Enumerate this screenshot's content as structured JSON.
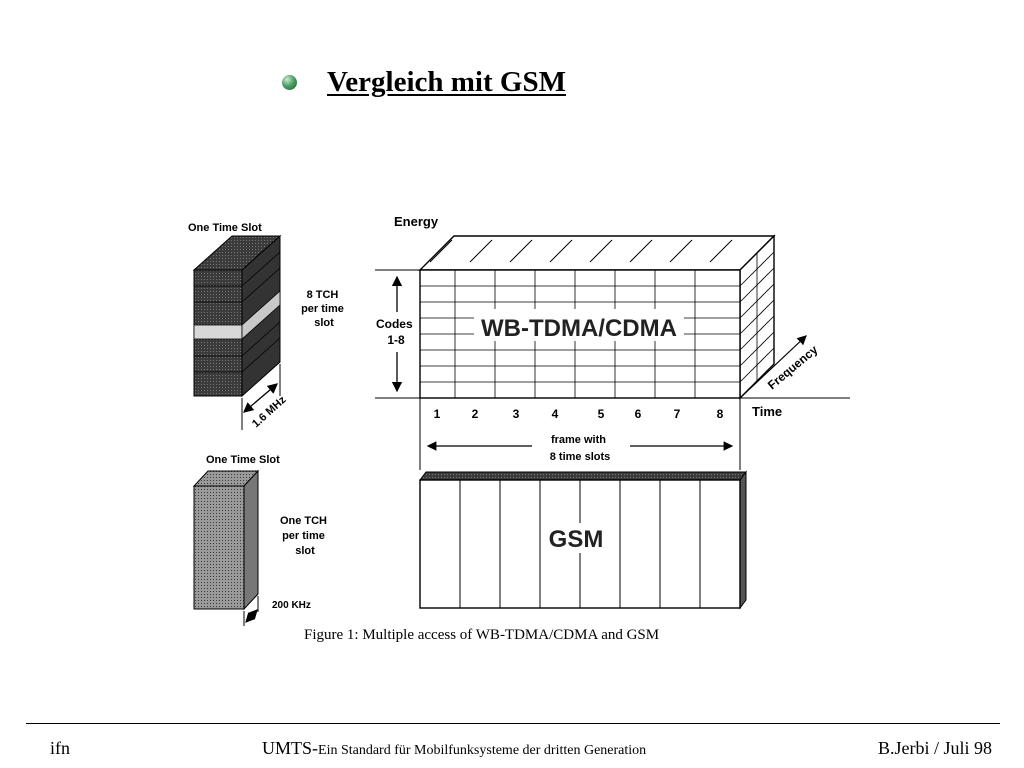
{
  "slide": {
    "title": "Vergleich mit GSM"
  },
  "figure": {
    "caption": "Figure 1: Multiple access of WB-TDMA/CDMA and GSM",
    "wb_block": {
      "top_label": "One Time Slot",
      "side_label": [
        "8 TCH",
        "per time",
        "slot"
      ],
      "bandwidth": "1.6 MHz"
    },
    "gsm_block": {
      "top_label": "One Time Slot",
      "side_label": [
        "One TCH",
        "per time",
        "slot"
      ],
      "bandwidth": "200 KHz"
    },
    "main": {
      "energy_label": "Energy",
      "codes_label": [
        "Codes",
        "1-8"
      ],
      "wb_label": "WB-TDMA/CDMA",
      "frequency_label": "Frequency",
      "time_label": "Time",
      "slot_numbers": [
        "1",
        "2",
        "3",
        "4",
        "5",
        "6",
        "7",
        "8"
      ],
      "frame_label": [
        "frame with",
        "8 time slots"
      ],
      "gsm_label": "GSM"
    }
  },
  "footer": {
    "left": "ifn",
    "center_main": "UMTS-",
    "center_sub": "Ein Standard für Mobilfunksysteme der dritten Generation",
    "right": "B.Jerbi / Juli 98"
  }
}
